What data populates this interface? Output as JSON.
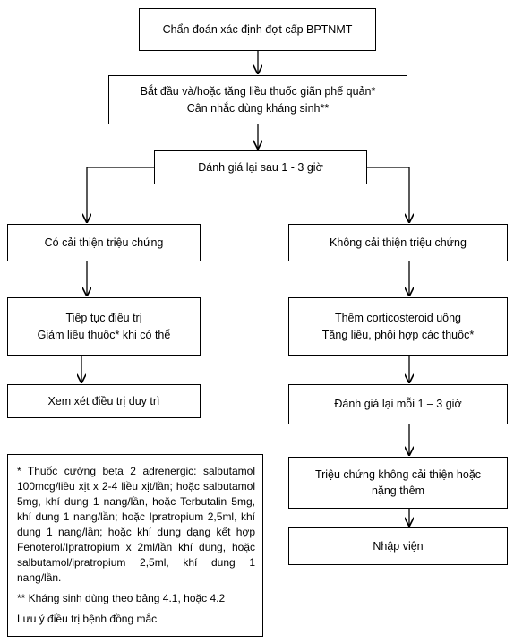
{
  "flowchart": {
    "start": "Chẩn đoán xác định đợt cấp BPTNMT",
    "step1_line1": "Bắt đầu và/hoặc tăng liều thuốc giãn phế quản*",
    "step1_line2": "Cân nhắc dùng kháng sinh**",
    "reassess": "Đánh giá lại sau 1 - 3 giờ",
    "left": {
      "improved": "Có cải thiện triệu chứng",
      "continue_line1": "Tiếp tục điều trị",
      "continue_line2": "Giảm liều thuốc* khi có thể",
      "maintenance": "Xem xét điều trị duy trì"
    },
    "right": {
      "not_improved": "Không cải thiện triệu chứng",
      "add_line1": "Thêm corticosteroid uống",
      "add_line2": "Tăng liều, phối hợp các thuốc*",
      "reassess_each": "Đánh giá lại mỗi 1 – 3 giờ",
      "worse_line1": "Triệu chứng không cải thiện hoặc",
      "worse_line2": "nặng thêm",
      "admit": "Nhập viện"
    }
  },
  "notes": {
    "asterisk": "* Thuốc cường beta 2 adrenergic: salbutamol 100mcg/liều xịt x 2-4 liều xịt/lần; hoặc salbutamol 5mg, khí dung 1 nang/lần, hoặc Terbutalin 5mg, khí dung 1 nang/lần; hoặc Ipratropium 2,5ml, khí dung 1 nang/lần; hoặc khí dung dạng kết hợp Fenoterol/Ipratropium x 2ml/lần khí dung, hoặc salbutamol/ipratropium 2,5ml, khí dung 1 nang/lần.",
    "double_asterisk": "** Kháng sinh dùng theo bảng 4.1, hoặc 4.2",
    "comorbidity": "Lưu ý điều trị bệnh đồng mắc"
  }
}
